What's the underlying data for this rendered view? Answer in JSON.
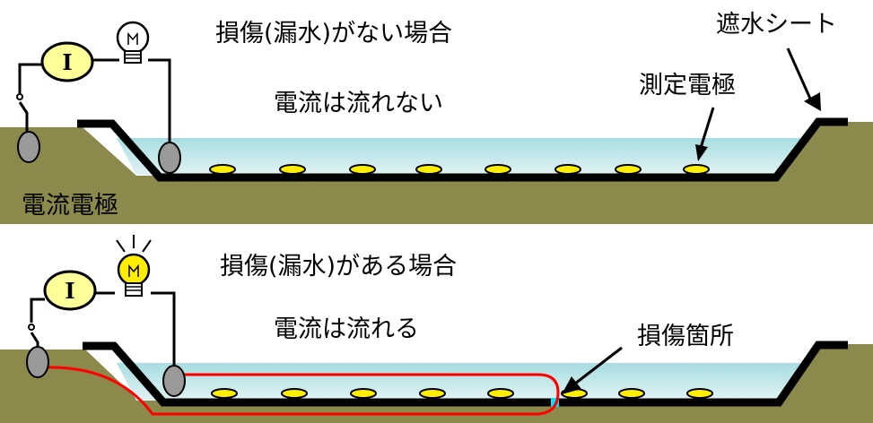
{
  "labels": {
    "no_damage_case": "損傷(漏水)がない場合",
    "no_current": "電流は流れない",
    "sheet": "遮水シート",
    "measure_electrode": "測定電極",
    "current_electrode": "電流電極",
    "damage_case": "損傷(漏水)がある場合",
    "current_flows": "電流は流れる",
    "damage_location": "損傷箇所"
  },
  "meter_symbol": "I",
  "colors": {
    "ground": "#8b8a4c",
    "water_top": "#a7dde1",
    "water_bottom": "#d9f0f2",
    "sheet": "#000000",
    "electrode": "#ffee00",
    "meter": "#ffff99",
    "bulb_on": "#ffee00",
    "current_path": "#ff0000",
    "leak_point": "#00e0ff"
  },
  "panels": [
    {
      "case": "no_damage",
      "bulb_lit": false,
      "measurement_electrodes": 8
    },
    {
      "case": "damage",
      "bulb_lit": true,
      "measurement_electrodes": 8
    }
  ]
}
